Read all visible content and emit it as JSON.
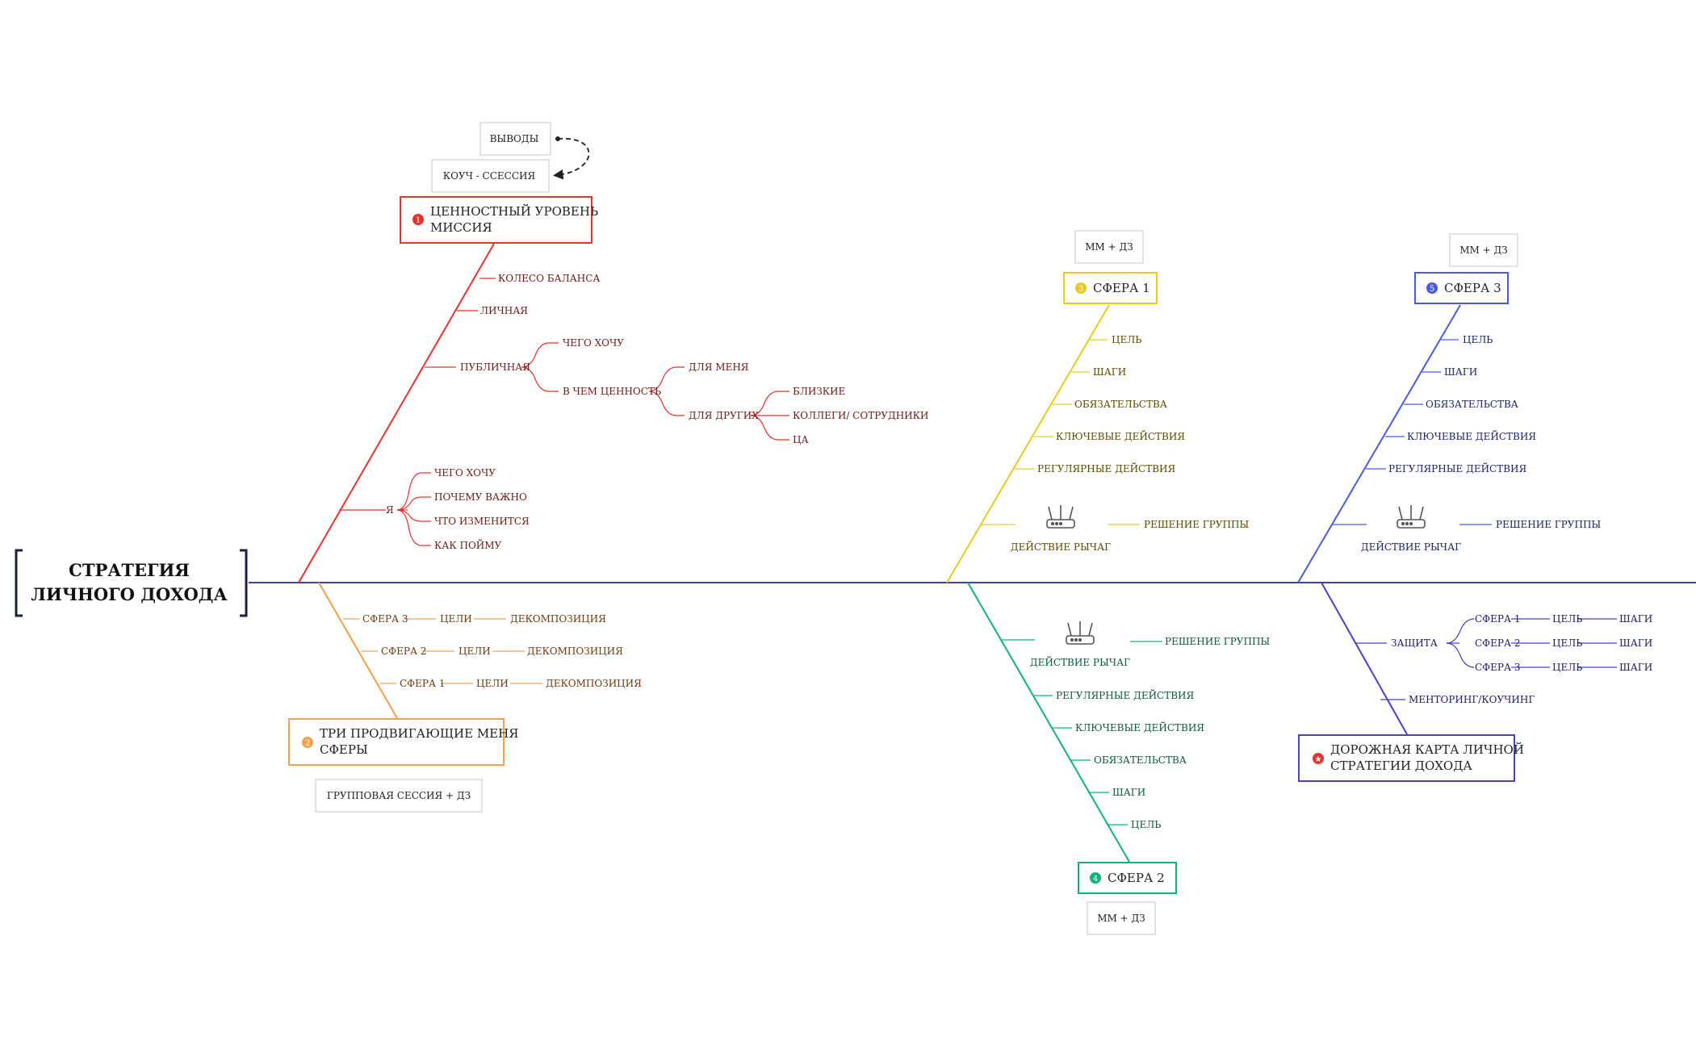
{
  "title": {
    "line1": "СТРАТЕГИЯ",
    "line2": "ЛИЧНОГО ДОХОДА"
  },
  "colors": {
    "spine": "#3b3fbf",
    "red": "#e8322e",
    "red_text": "#6b1a14",
    "orange": "#f2a04a",
    "orange_text": "#6b3a10",
    "yellow": "#e7cc1f",
    "yellow_text": "#5a4a00",
    "blue": "#4a5ae0",
    "blue_text": "#1a2466",
    "green": "#12b07a",
    "green_text": "#0b5a3c",
    "indigo": "#4a40c0",
    "indigo_text": "#1e1a66",
    "note_border": "#d8d8d8",
    "ink": "#222222"
  },
  "notes": {
    "vyvody": "ВЫВОДЫ",
    "coach": "КОУЧ - ССЕССИЯ",
    "mm_dz_1": "ММ + ДЗ",
    "mm_dz_3": "ММ + ДЗ",
    "mm_dz_2": "ММ + ДЗ",
    "group": "ГРУППОВАЯ СЕССИЯ + ДЗ"
  },
  "mission": {
    "badge": "1",
    "line1": "ЦЕННОСТНЫЙ УРОВЕНЬ",
    "line2": "МИССИЯ",
    "koleso": "КОЛЕСО БАЛАНСА",
    "lichnaya": "ЛИЧНАЯ",
    "publichnaya": "ПУБЛИЧНАЯ",
    "chego_hochu": "ЧЕГО ХОЧУ",
    "v_chem": "В ЧЕМ ЦЕННОСТЬ",
    "dlya_menya": "ДЛЯ МЕНЯ",
    "dlya_drugih": "ДЛЯ ДРУГИХ",
    "blizkie": "БЛИЗКИЕ",
    "kollegi": "КОЛЛЕГИ/ СОТРУДНИКИ",
    "ca": "ЦА",
    "ya": "Я",
    "ya_items": [
      "ЧЕГО ХОЧУ",
      "ПОЧЕМУ ВАЖНО",
      "ЧТО ИЗМЕНИТСЯ",
      "КАК ПОЙМУ"
    ]
  },
  "spheres_branch": {
    "badge": "2",
    "line1": "ТРИ ПРОДВИГАЮЩИЕ МЕНЯ",
    "line2": "СФЕРЫ",
    "rows": [
      {
        "sphere": "СФЕРА 3",
        "goal": "ЦЕЛИ",
        "decomp": "ДЕКОМПОЗИЦИЯ"
      },
      {
        "sphere": "СФЕРА 2",
        "goal": "ЦЕЛИ",
        "decomp": "ДЕКОМПОЗИЦИЯ"
      },
      {
        "sphere": "СФЕРА 1",
        "goal": "ЦЕЛИ",
        "decomp": "ДЕКОМПОЗИЦИЯ"
      }
    ]
  },
  "sphere1": {
    "badge": "3",
    "label": "СФЕРА 1",
    "items": [
      "ЦЕЛЬ",
      "ШАГИ",
      "ОБЯЗАТЕЛЬСТВА",
      "КЛЮЧЕВЫЕ ДЕЙСТВИЯ",
      "РЕГУЛЯРНЫЕ ДЕЙСТВИЯ"
    ],
    "lever": "ДЕЙСТВИЕ РЫЧАГ",
    "decision": "РЕШЕНИЕ ГРУППЫ"
  },
  "sphere3": {
    "badge": "5",
    "label": "СФЕРА 3",
    "items": [
      "ЦЕЛЬ",
      "ШАГИ",
      "ОБЯЗАТЕЛЬСТВА",
      "КЛЮЧЕВЫЕ ДЕЙСТВИЯ",
      "РЕГУЛЯРНЫЕ ДЕЙСТВИЯ"
    ],
    "lever": "ДЕЙСТВИЕ РЫЧАГ",
    "decision": "РЕШЕНИЕ ГРУППЫ"
  },
  "sphere2": {
    "badge": "4",
    "label": "СФЕРА  2",
    "lever": "ДЕЙСТВИЕ РЫЧАГ",
    "decision": "РЕШЕНИЕ ГРУППЫ",
    "items": [
      "РЕГУЛЯРНЫЕ ДЕЙСТВИЯ",
      "КЛЮЧЕВЫЕ ДЕЙСТВИЯ",
      "ОБЯЗАТЕЛЬСТВА",
      "ШАГИ",
      "ЦЕЛЬ"
    ]
  },
  "roadmap": {
    "badge": "★",
    "line1": "ДОРОЖНАЯ КАРТА ЛИЧНОЙ",
    "line2": "СТРАТЕГИИ ДОХОДА",
    "zashita": "ЗАЩИТА",
    "rows": [
      {
        "sphere": "СФЕРА 1",
        "goal": "ЦЕЛЬ",
        "steps": "ШАГИ"
      },
      {
        "sphere": "СФЕРА 2",
        "goal": "ЦЕЛЬ",
        "steps": "ШАГИ"
      },
      {
        "sphere": "СФЕРА 3",
        "goal": "ЦЕЛЬ",
        "steps": "ШАГИ"
      }
    ],
    "mentoring": "МЕНТОРИНГ/КОУЧИНГ"
  }
}
